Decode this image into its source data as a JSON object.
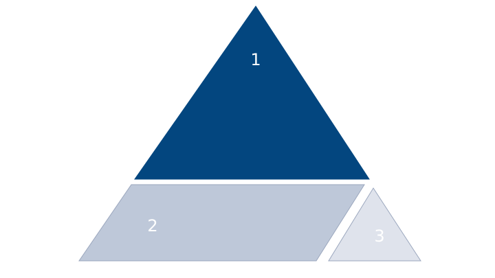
{
  "segments": [
    {
      "label": "1",
      "fill": "#03467f",
      "text_color": "#ffffff"
    },
    {
      "label": "2",
      "fill": "#bec8d9",
      "text_color": "#ffffff"
    },
    {
      "label": "3",
      "fill": "#dfe3ec",
      "text_color": "#ffffff"
    }
  ]
}
